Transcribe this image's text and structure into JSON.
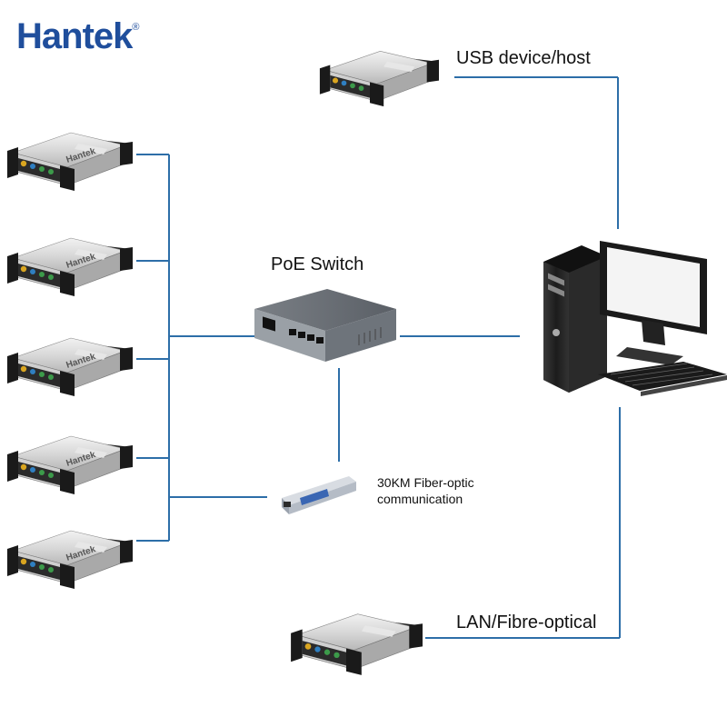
{
  "brand": {
    "name": "Hantek",
    "mark": "®"
  },
  "labels": {
    "usb": "USB device/host",
    "poe": "PoE Switch",
    "fiber_line1": "30KM Fiber-optic",
    "fiber_line2": "communication",
    "lan": "LAN/Fibre-optical"
  },
  "device_text": "Hantek",
  "colors": {
    "line": "#2d6ea8",
    "brand": "#1f4e9c"
  }
}
